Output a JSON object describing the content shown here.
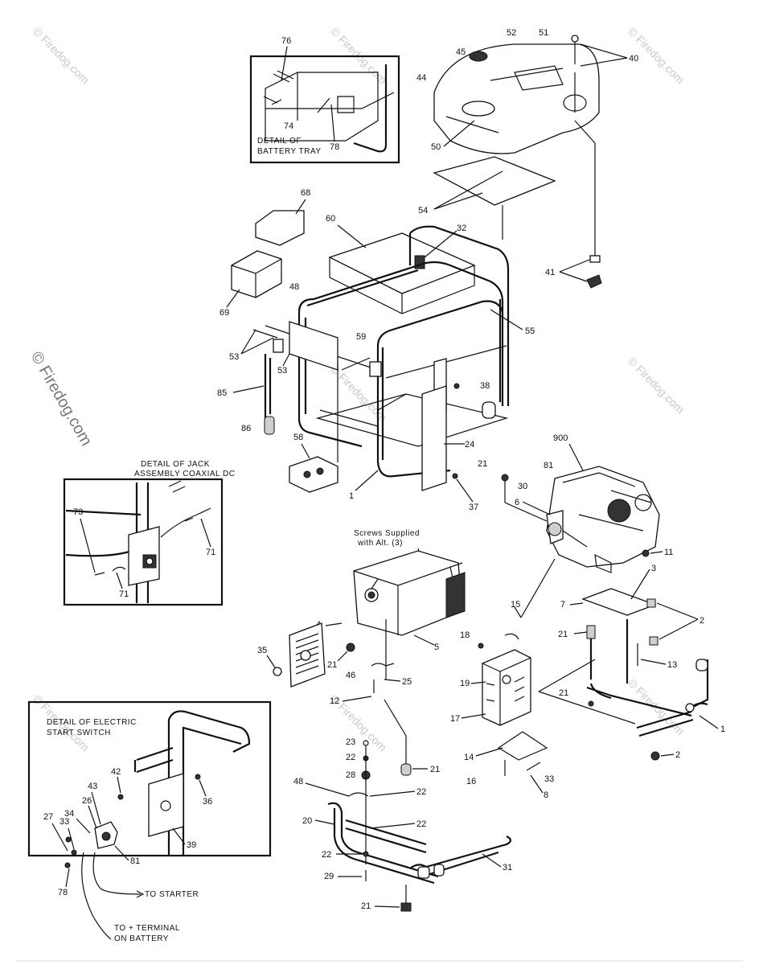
{
  "watermarks": {
    "corner": "© Firedog.com",
    "side": "© Firedog.com"
  },
  "captions": {
    "battery_tray": [
      "DETAIL OF",
      "BATTERY TRAY"
    ],
    "jack_assembly": [
      "DETAIL OF JACK",
      "ASSEMBLY COAXIAL DC"
    ],
    "start_switch": [
      "DETAIL OF ELECTRIC",
      "START SWITCH"
    ],
    "screws_note": [
      "Screws Supplied",
      "with Alt. (3)"
    ],
    "to_starter": "TO STARTER",
    "to_battery": [
      "TO + TERMINAL",
      "ON BATTERY"
    ]
  },
  "callouts": {
    "c76": "76",
    "c74": "74",
    "c78a": "78",
    "c45": "45",
    "c52": "52",
    "c51": "51",
    "c44": "44",
    "c40": "40",
    "c50": "50",
    "c54": "54",
    "c68": "68",
    "c60": "60",
    "c32": "32",
    "c41": "41",
    "c69": "69",
    "c48a": "48",
    "c55": "55",
    "c59": "59",
    "c53a": "53",
    "c53b": "53",
    "c38": "38",
    "c85": "85",
    "c86": "86",
    "c24": "24",
    "c58": "58",
    "c1a": "1",
    "c37": "37",
    "c21a": "21",
    "c900": "900",
    "c81a": "81",
    "c30": "30",
    "c6": "6",
    "c11": "11",
    "c3": "3",
    "c7": "7",
    "c73": "73",
    "c71a": "71",
    "c71b": "71",
    "c2a": "2",
    "c15": "15",
    "c21b": "21",
    "c13": "13",
    "c4": "4",
    "c5": "5",
    "c35": "35",
    "c21c": "21",
    "c46": "46",
    "c25": "25",
    "c12": "12",
    "c18": "18",
    "c19": "19",
    "c21d": "21",
    "c1b": "1",
    "c17": "17",
    "c2b": "2",
    "c23": "23",
    "c22a": "22",
    "c21e": "21",
    "c28": "28",
    "c14": "14",
    "c33a": "33",
    "c16": "16",
    "c8": "8",
    "c48b": "48",
    "c22b": "22",
    "c20": "20",
    "c22c": "22",
    "c22d": "22",
    "c31": "31",
    "c29": "29",
    "c21f": "21",
    "c42": "42",
    "c36": "36",
    "c34": "34",
    "c43": "43",
    "c26": "26",
    "c27": "27",
    "c33b": "33",
    "c39": "39",
    "c81b": "81",
    "c78b": "78"
  }
}
